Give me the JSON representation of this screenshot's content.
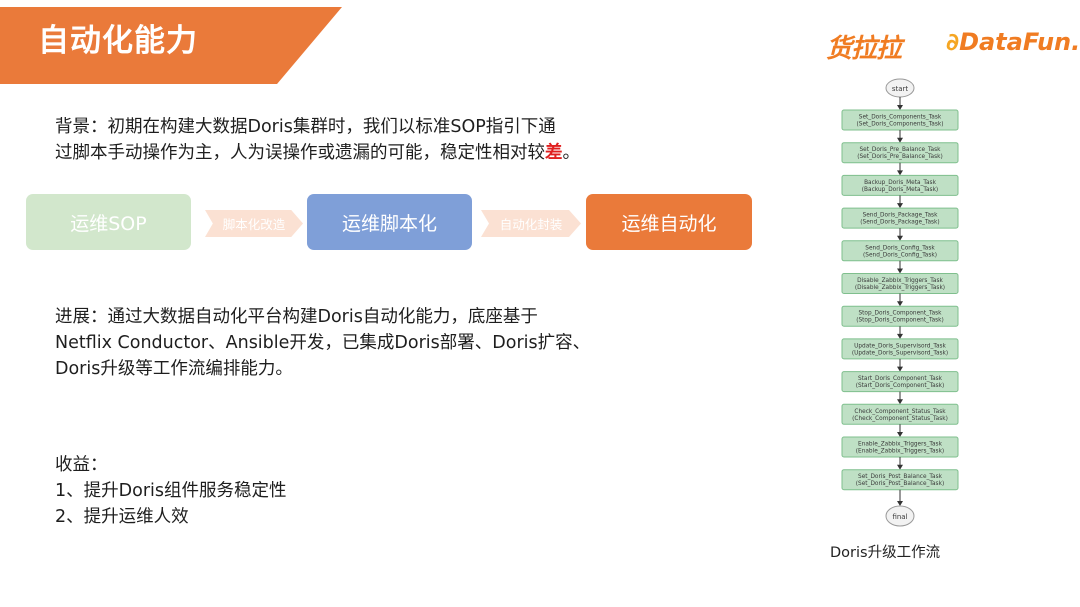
{
  "header": {
    "title": "自动化能力"
  },
  "logos": {
    "huolala": "货拉拉",
    "datafun_mark": "∂",
    "datafun_text": "DataFun."
  },
  "background": {
    "line1": "背景：初期在构建大数据Doris集群时，我们以标准SOP指引下通",
    "line2_prefix": "过脚本手动操作为主，人为误操作或遗漏的可能，稳定性相对较",
    "line2_highlight": "差",
    "line2_suffix": "。"
  },
  "flow": {
    "step1": "运维SOP",
    "arrow1": "脚本化改造",
    "step2": "运维脚本化",
    "arrow2": "自动化封装",
    "step3": "运维自动化"
  },
  "progress": {
    "line1": "进展：通过大数据自动化平台构建Doris自动化能力，底座基于",
    "line2": "Netflix Conductor、Ansible开发，已集成Doris部署、Doris扩容、",
    "line3": "Doris升级等工作流编排能力。"
  },
  "benefits": {
    "heading": "收益：",
    "item1": "1、提升Doris组件服务稳定性",
    "item2": "2、提升运维人效"
  },
  "workflow": {
    "start": "start",
    "end": "final",
    "tasks": [
      [
        "Set_Doris_Components_Task",
        "(Set_Doris_Components_Task)"
      ],
      [
        "Set_Doris_Pre_Balance_Task",
        "(Set_Doris_Pre_Balance_Task)"
      ],
      [
        "Backup_Doris_Meta_Task",
        "(Backup_Doris_Meta_Task)"
      ],
      [
        "Send_Doris_Package_Task",
        "(Send_Doris_Package_Task)"
      ],
      [
        "Send_Doris_Config_Task",
        "(Send_Doris_Config_Task)"
      ],
      [
        "Disable_Zabbix_Triggers_Task",
        "(Disable_Zabbix_Triggers_Task)"
      ],
      [
        "Stop_Doris_Component_Task",
        "(Stop_Doris_Component_Task)"
      ],
      [
        "Update_Doris_Supervisord_Task",
        "(Update_Doris_Supervisord_Task)"
      ],
      [
        "Start_Doris_Component_Task",
        "(Start_Doris_Component_Task)"
      ],
      [
        "Check_Component_Status_Task",
        "(Check_Component_Status_Task)"
      ],
      [
        "Enable_Zabbix_Triggers_Task",
        "(Enable_Zabbix_Triggers_Task)"
      ],
      [
        "Set_Doris_Post_Balance_Task",
        "(Set_Doris_Post_Balance_Task)"
      ]
    ],
    "caption": "Doris升级工作流"
  },
  "colors": {
    "accent": "#ea7a3a",
    "sop": "#d2e7cc",
    "script": "#7f9fd8",
    "task_fill": "#bfe0c5",
    "task_stroke": "#7fbf8d"
  }
}
